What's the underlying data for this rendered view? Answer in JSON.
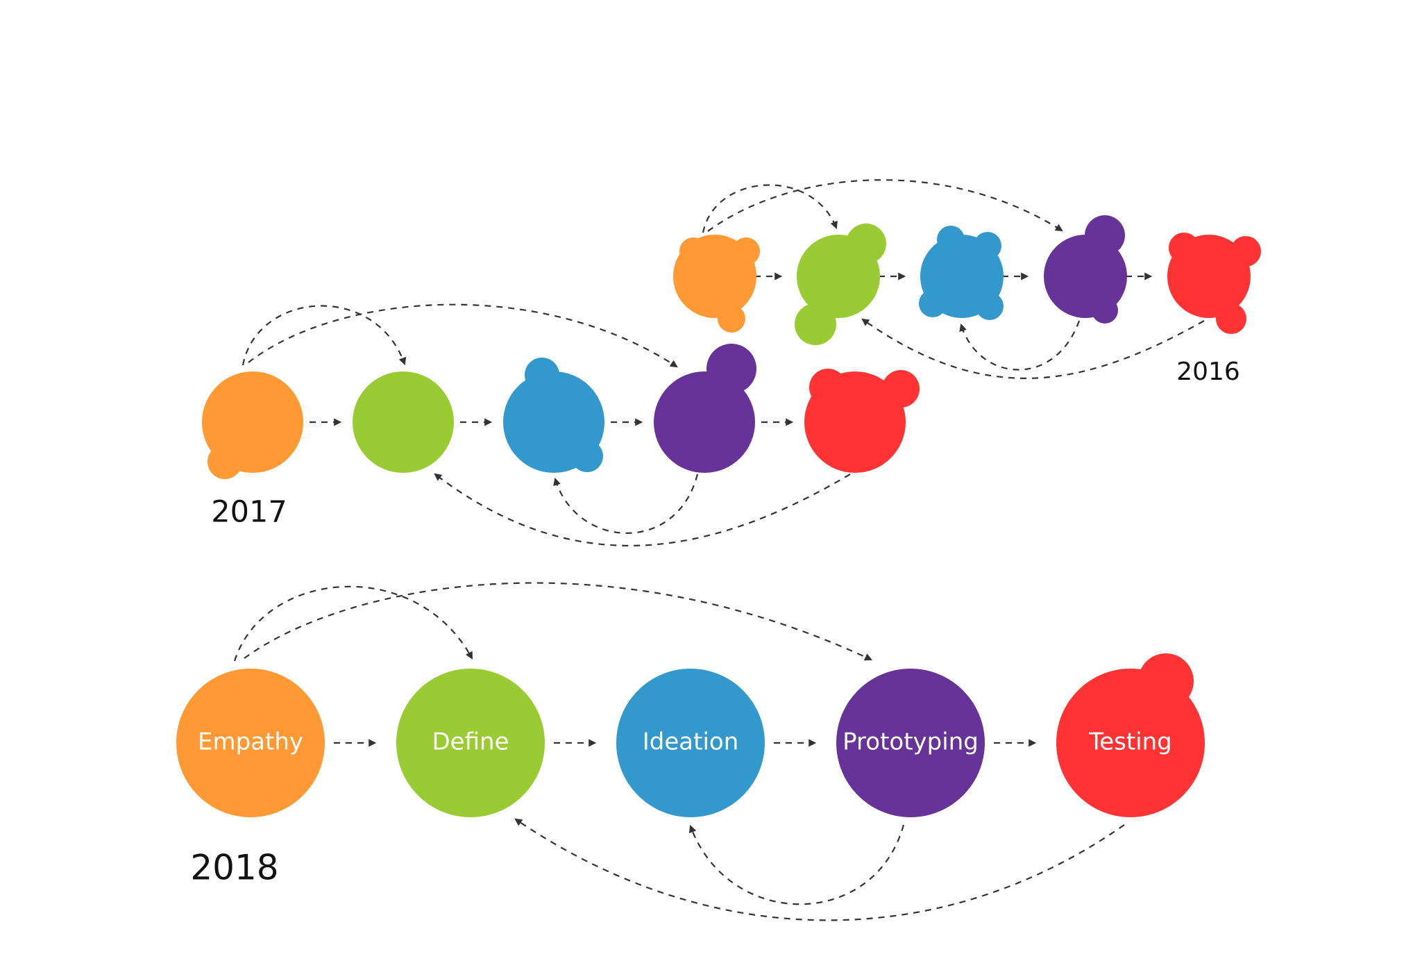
{
  "colors": {
    "empathy": "#FF9933",
    "define": "#99CC33",
    "ideation": "#3399CC",
    "prototyping": "#663399",
    "testing": "#FF3333",
    "connector": "#333333"
  },
  "years": {
    "y2016": "2016",
    "y2017": "2017",
    "y2018": "2018"
  },
  "stages": {
    "empathy": "Empathy",
    "define": "Define",
    "ideation": "Ideation",
    "prototyping": "Prototyping",
    "testing": "Testing"
  }
}
